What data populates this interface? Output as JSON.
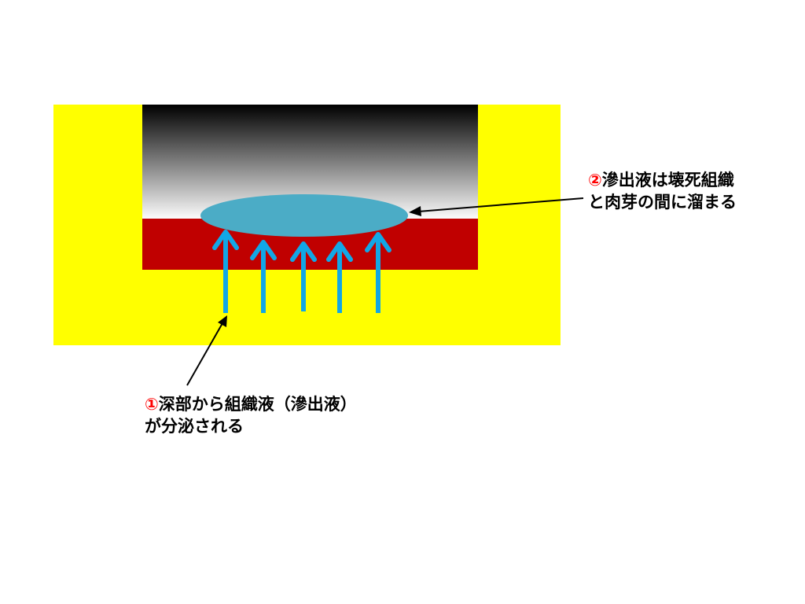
{
  "colors": {
    "surrounding_tissue": "#ffff00",
    "granulation_tissue": "#c00000",
    "necrotic_gradient_top": "#000000",
    "necrotic_gradient_bottom": "#ffffff",
    "exudate_pool": "#4bacc6",
    "flow_arrows": "#12a7e6",
    "leader_lines": "#000000",
    "callout_number": "#ff0000"
  },
  "callouts": {
    "exudate_pool": {
      "number": "②",
      "line1": "滲出液は壊死組織",
      "line2": "と肉芽の間に溜まる"
    },
    "exudate_secretion": {
      "number": "①",
      "line1": "深部から組織液（滲出液）",
      "line2": "が分泌される"
    }
  },
  "flow_arrow_count": 5
}
